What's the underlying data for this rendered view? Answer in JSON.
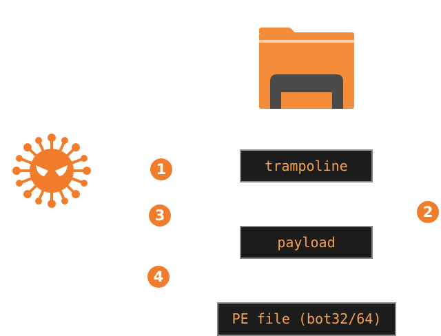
{
  "icons": {
    "folder": "folder-icon",
    "virus": "virus-icon"
  },
  "colors": {
    "accent_orange": "#f07c2c",
    "folder_orange": "#f58c3a",
    "folder_dark": "#4a4a4a",
    "box_background": "#1c1c1c",
    "box_border": "#8a8a8a",
    "box_text": "#f5a04c"
  },
  "steps": {
    "step_1": "1",
    "step_2": "2",
    "step_3": "3",
    "step_4": "4"
  },
  "components": {
    "trampoline": "trampoline",
    "payload": "payload",
    "pe_file": "PE file (bot32/64)"
  }
}
